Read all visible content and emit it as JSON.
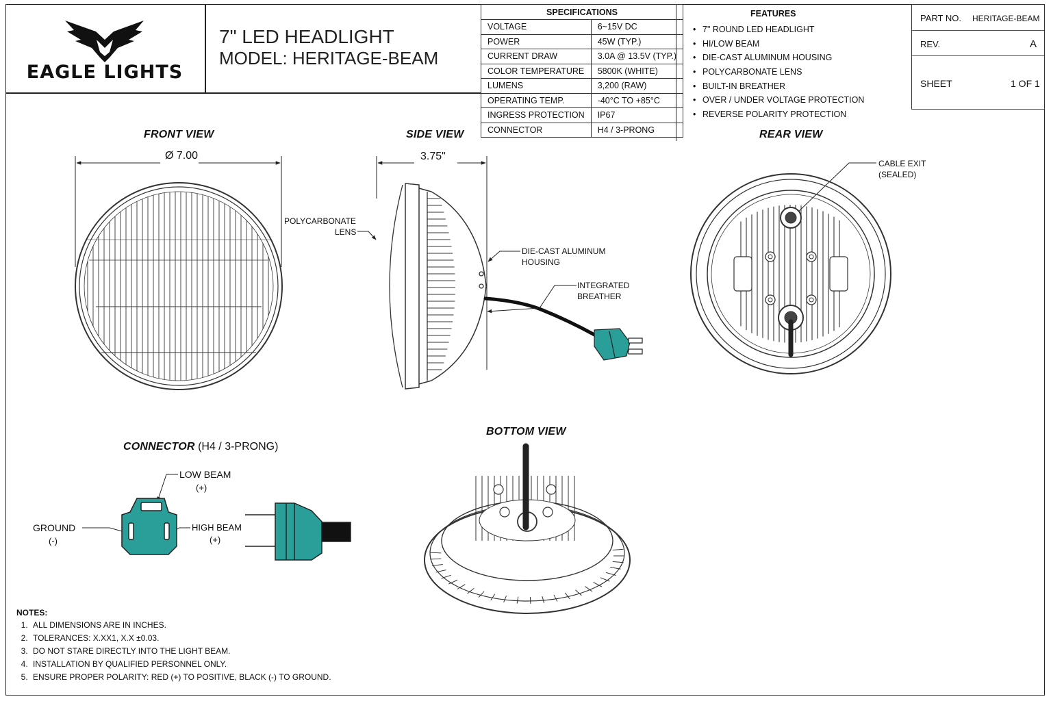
{
  "brand": {
    "name": "EAGLE LIGHTS"
  },
  "title": {
    "line1": "7\" LED HEADLIGHT",
    "line2": "MODEL: HERITAGE-BEAM"
  },
  "specifications": {
    "heading": "SPECIFICATIONS",
    "rows": [
      {
        "key": "VOLTAGE",
        "value": "6~15V DC"
      },
      {
        "key": "POWER",
        "value": "45W (TYP.)"
      },
      {
        "key": "CURRENT DRAW",
        "value": "3.0A @ 13.5V (TYP.)"
      },
      {
        "key": "COLOR TEMPERATURE",
        "value": "5800K (WHITE)"
      },
      {
        "key": "LUMENS",
        "value": "3,200 (RAW)"
      },
      {
        "key": "OPERATING TEMP.",
        "value": "-40°C TO +85°C"
      },
      {
        "key": "INGRESS PROTECTION",
        "value": "IP67"
      },
      {
        "key": "CONNECTOR",
        "value": "H4 / 3-PRONG"
      }
    ]
  },
  "features": {
    "heading": "FEATURES",
    "items": [
      "7\" ROUND LED HEADLIGHT",
      "HI/LOW BEAM",
      "DIE-CAST ALUMINUM HOUSING",
      "POLYCARBONATE LENS",
      "BUILT-IN BREATHER",
      "OVER / UNDER VOLTAGE PROTECTION",
      "REVERSE POLARITY PROTECTION"
    ]
  },
  "title_block": {
    "part_no_label": "PART NO.",
    "part_no_value": "HERITAGE-BEAM",
    "rev_label": "REV.",
    "rev_value": "A",
    "sheet_label": "SHEET",
    "sheet_value": "1 OF 1"
  },
  "views": {
    "front": {
      "title": "FRONT VIEW",
      "dimension": "Ø 7.00"
    },
    "side": {
      "title": "SIDE VIEW",
      "dimension": "3.75\""
    },
    "rear": {
      "title": "REAR VIEW"
    },
    "bottom": {
      "title": "BOTTOM VIEW"
    },
    "connector": {
      "title": "CONNECTOR",
      "subtitle": "(H4 / 3-PRONG)"
    }
  },
  "callouts": {
    "lens_1": "POLYCARBONATE",
    "lens_2": "LENS",
    "housing_1": "DIE-CAST ALUMINUM",
    "housing_2": "HOUSING",
    "breather_1": "INTEGRATED",
    "breather_2": "BREATHER",
    "cable_1": "CABLE EXIT",
    "cable_2": "(SEALED)",
    "low_beam": "LOW BEAM",
    "low_beam_pol": "(+)",
    "high_beam": "HIGH BEAM",
    "high_beam_pol": "(+)",
    "ground": "GROUND",
    "ground_pol": "(-)"
  },
  "notes": {
    "heading": "NOTES:",
    "items": [
      "ALL DIMENSIONS ARE IN INCHES.",
      "TOLERANCES: X.XX1, X.X ±0.03.",
      "DO NOT STARE DIRECTLY INTO THE LIGHT BEAM.",
      "INSTALLATION BY QUALIFIED PERSONNEL ONLY.",
      "ENSURE PROPER POLARITY: RED (+) TO POSITIVE, BLACK (-) TO GROUND."
    ]
  },
  "colors": {
    "connector": "#2a9e98",
    "line": "#222222"
  }
}
